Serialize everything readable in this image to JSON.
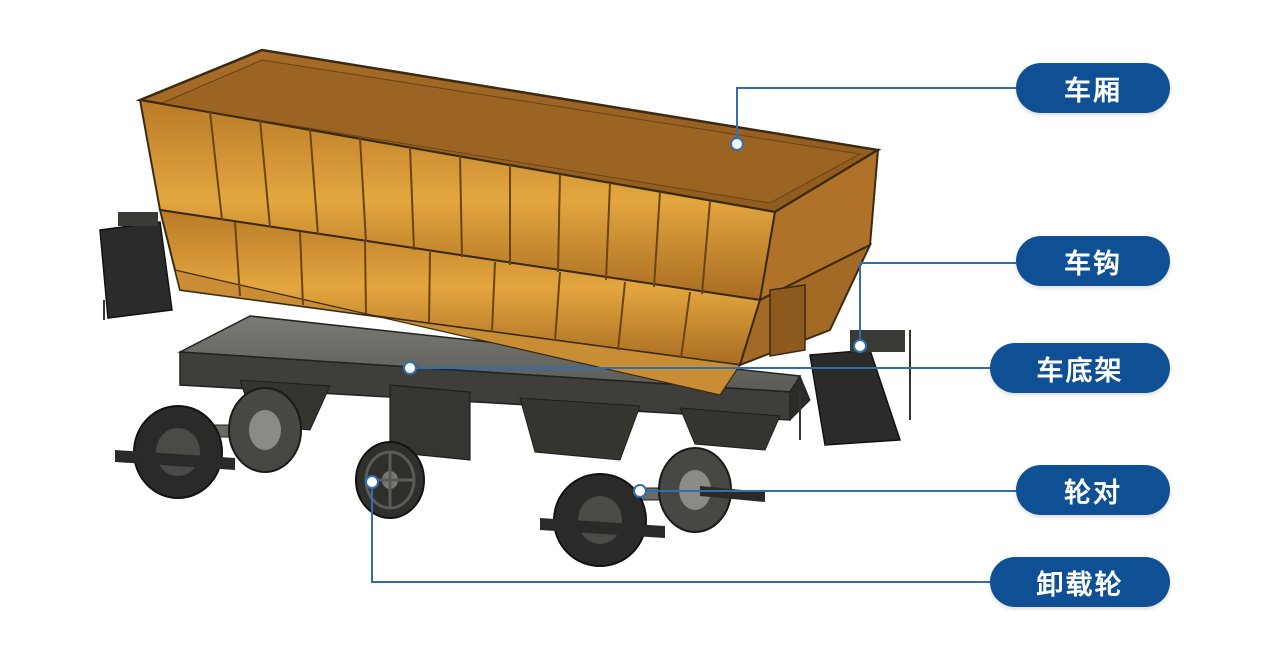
{
  "labels": {
    "car_body": "车厢",
    "coupler": "车钩",
    "underframe": "车底架",
    "wheelset": "轮对",
    "dump_wheel": "卸载轮"
  },
  "colors": {
    "label_bg": "#0f4f94",
    "leader_line": "#2f6fb0",
    "car_body": "#c8892e",
    "underframe": "#3e3f3a",
    "wheels": "#2a2a28"
  }
}
